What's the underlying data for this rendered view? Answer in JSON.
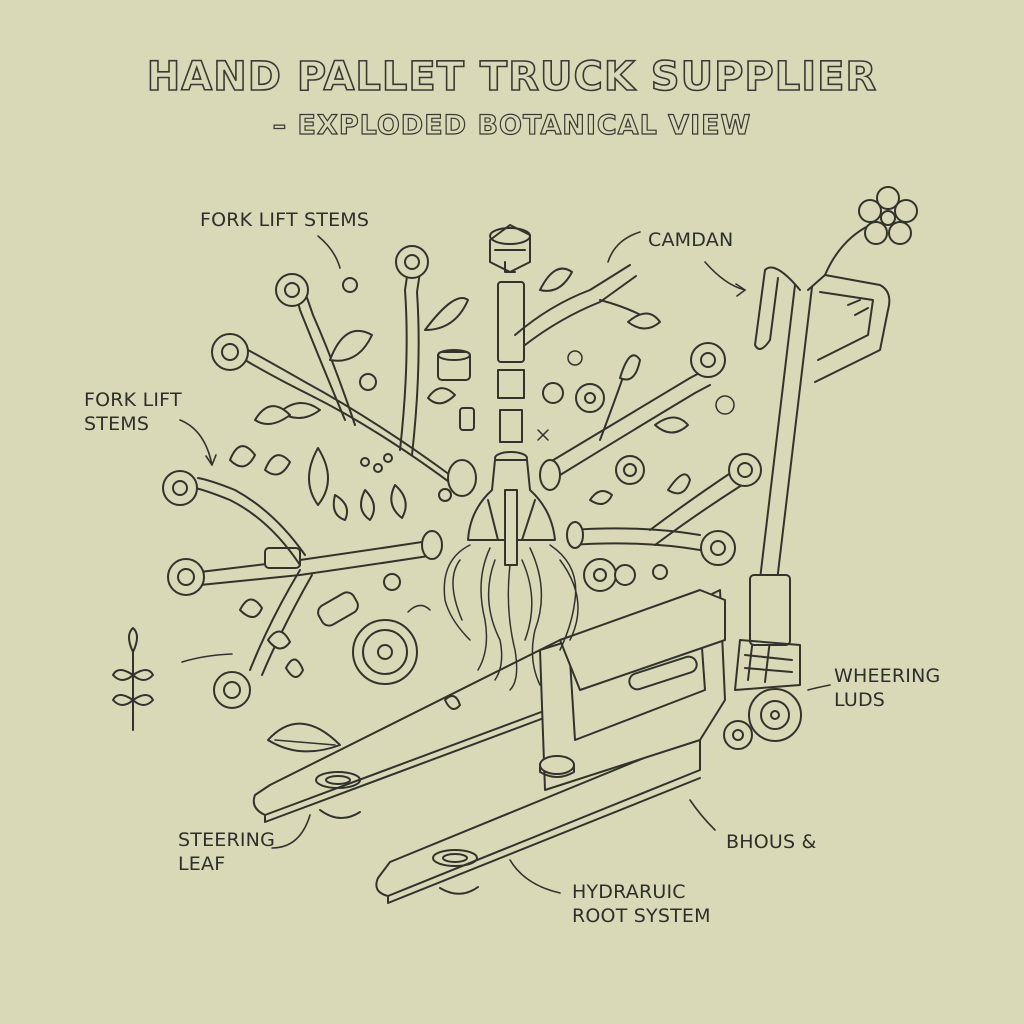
{
  "title": "HAND PALLET TRUCK SUPPLIER",
  "subtitle": "– EXPLODED BOTANICAL VIEW",
  "labels": {
    "fork_lift_stems_top": "FORK LIFT STEMS",
    "fork_lift_stems_left": "FORK LIFT\nSTEMS",
    "camdan": "CAMDAN",
    "wheering_luds": "WHEERING\nLUDS",
    "steering_leaf": "STEERING\nLEAF",
    "bhous": "BHOUS &",
    "hydraulic_root_system": "HYDRARUIC\nROOT SYSTEM"
  },
  "colors": {
    "background": "#d9d9b8",
    "ink": "#33332c"
  }
}
